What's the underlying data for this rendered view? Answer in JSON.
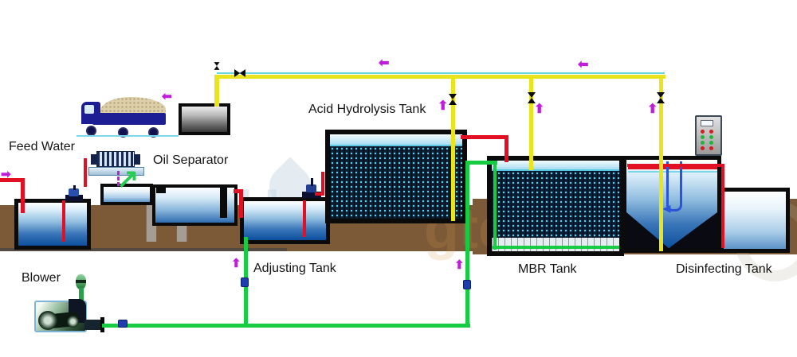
{
  "diagram": {
    "labels": {
      "feed_water": "Feed Water",
      "oil_separator": "Oil Separator",
      "acid_hydrolysis_tank": "Acid Hydrolysis Tank",
      "adjusting_tank": "Adjusting Tank",
      "mbr_tank": "MBR Tank",
      "disinfecting_tank": "Disinfecting Tank",
      "blower": "Blower"
    },
    "colors": {
      "water_pipe_red": "#e11022",
      "air_pipe_green": "#17cb42",
      "sludge_pipe_yellow": "#e9e41e",
      "gas_line_cyan": "#69d8de",
      "flow_arrow_purple": "#c01ddb",
      "soil_brown": "#7c5a38",
      "tank_border_black": "#0b0b0b",
      "water_blue_deep": "#0c4f9e"
    }
  }
}
